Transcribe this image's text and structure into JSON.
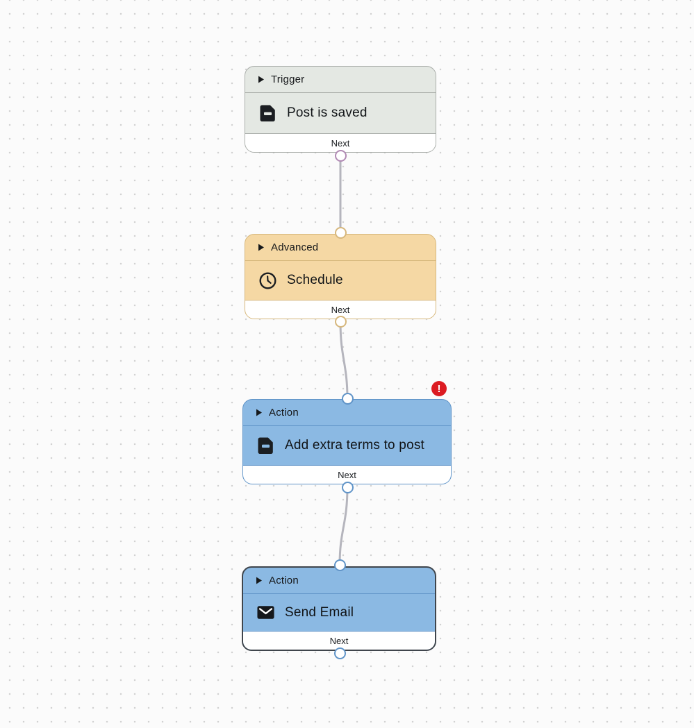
{
  "canvas": {
    "background_color": "#fbfbfb",
    "dot_grid_color": "#d2d2d2",
    "edge_color": "#b5b5bd"
  },
  "nodes": [
    {
      "category": "Trigger",
      "title": "Post is saved",
      "icon": "document-icon",
      "footer_label": "Next",
      "colors": {
        "fill": "#e4e8e3",
        "border": "#a9ada9",
        "output_port": "#b18ab4"
      }
    },
    {
      "category": "Advanced",
      "title": "Schedule",
      "icon": "clock-icon",
      "footer_label": "Next",
      "colors": {
        "fill": "#f5d8a4",
        "border": "#d6b77c",
        "input_port": "#d6b77c",
        "output_port": "#d6b77c"
      }
    },
    {
      "category": "Action",
      "title": "Add extra terms to post",
      "icon": "document-icon",
      "footer_label": "Next",
      "has_error_badge": true,
      "colors": {
        "fill": "#8bb9e3",
        "border": "#6094c8",
        "input_port": "#6094c8",
        "output_port": "#6094c8"
      }
    },
    {
      "category": "Action",
      "title": "Send Email",
      "icon": "envelope-icon",
      "footer_label": "Next",
      "selected": true,
      "colors": {
        "fill": "#8bb9e3",
        "border": "#3f454c",
        "input_port": "#6094c8",
        "output_port": "#6094c8"
      }
    }
  ],
  "error_badge": {
    "symbol": "!",
    "color": "#dc1b22"
  }
}
